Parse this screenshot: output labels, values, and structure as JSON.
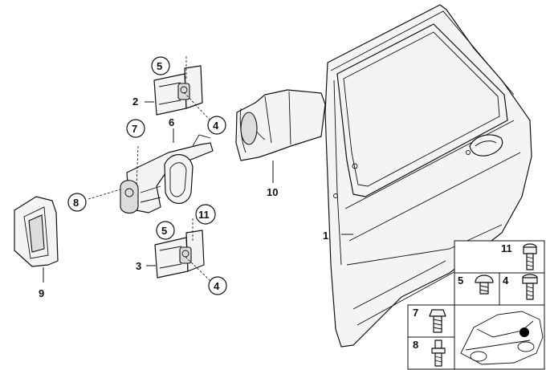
{
  "callouts": {
    "c1": "1",
    "c2": "2",
    "c3": "3",
    "c4a": "4",
    "c4b": "4",
    "c5a": "5",
    "c5b": "5",
    "c6": "6",
    "c7": "7",
    "c8": "8",
    "c9": "9",
    "c10": "10",
    "c11": "11"
  },
  "legend": {
    "l11": "11",
    "l5": "5",
    "l4": "4",
    "l7": "7",
    "l8": "8"
  },
  "colors": {
    "line": "#111111",
    "fill": "#f4f4f4",
    "marker": "#000000"
  }
}
